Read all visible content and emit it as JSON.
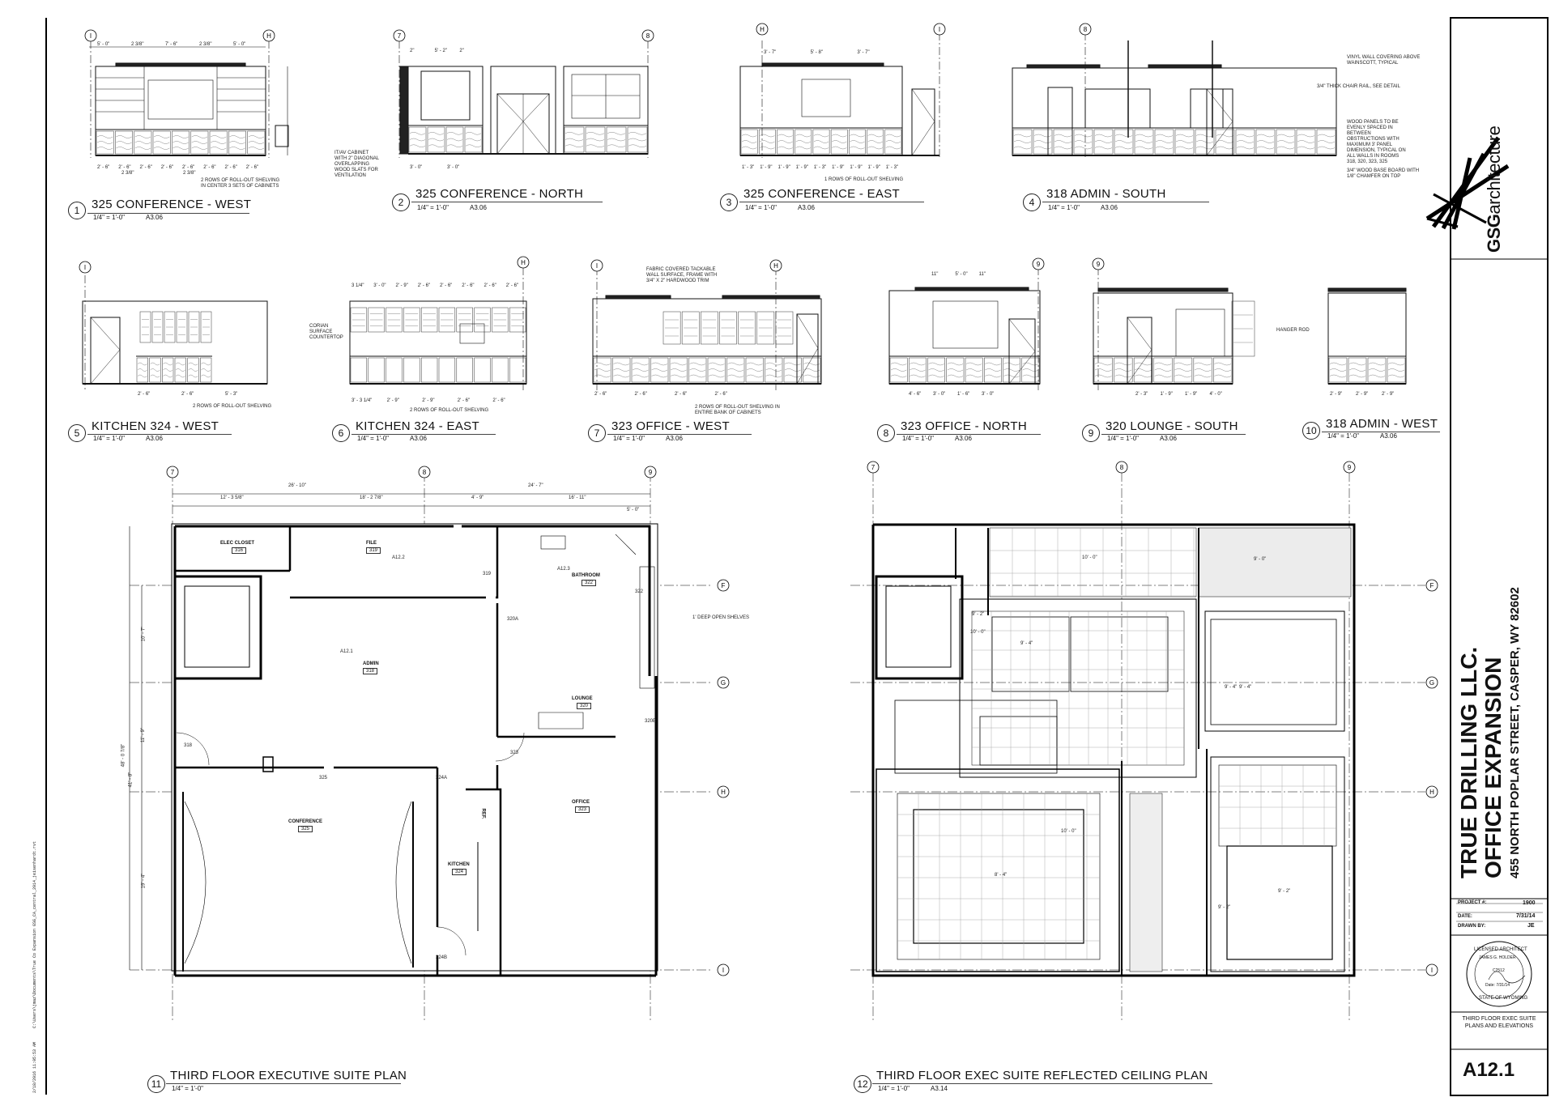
{
  "sheet": {
    "project_name": "TRUE DRILLING LLC.",
    "project_subtitle": "OFFICE EXPANSION",
    "address": "455 NORTH POPLAR STREET, CASPER, WY 82602",
    "firm": "GSGarchitecture",
    "firm_bold": "GSG",
    "firm_light": "architecture",
    "project_no_label": "PROJECT #:",
    "project_no": "1900",
    "date_label": "DATE:",
    "date": "7/31/14",
    "drawn_by_label": "DRAWN BY:",
    "drawn_by": "JE",
    "seal_line1": "LICENSED ARCHITECT",
    "seal_line2": "JAMES G. HOLDER",
    "seal_line3": "C2512",
    "seal_line4": "Date: 7/31/14",
    "seal_line5": "STATE OF WYOMING",
    "sheet_description": "THIRD FLOOR EXEC SUITE PLANS AND ELEVATIONS",
    "sheet_number": "A12.1",
    "file_path": "C:\\Users\\jmaz\\Documents\\True Co Expansion GSG_CA_central_2014_jeisenhardt.rvt",
    "print_stamp": "2/18/2016 11:05:53 AM"
  },
  "views": [
    {
      "num": "1",
      "title": "325 CONFERENCE - WEST",
      "scale": "1/4\" = 1'-0\"",
      "ref": "A3.06"
    },
    {
      "num": "2",
      "title": "325 CONFERENCE - NORTH",
      "scale": "1/4\" = 1'-0\"",
      "ref": "A3.06"
    },
    {
      "num": "3",
      "title": "325 CONFERENCE - EAST",
      "scale": "1/4\" = 1'-0\"",
      "ref": "A3.06"
    },
    {
      "num": "4",
      "title": "318 ADMIN - SOUTH",
      "scale": "1/4\" = 1'-0\"",
      "ref": "A3.06"
    },
    {
      "num": "5",
      "title": "KITCHEN 324 - WEST",
      "scale": "1/4\" = 1'-0\"",
      "ref": "A3.06"
    },
    {
      "num": "6",
      "title": "KITCHEN 324 - EAST",
      "scale": "1/4\" = 1'-0\"",
      "ref": "A3.06"
    },
    {
      "num": "7",
      "title": "323 OFFICE - WEST",
      "scale": "1/4\" = 1'-0\"",
      "ref": "A3.06"
    },
    {
      "num": "8",
      "title": "323 OFFICE - NORTH",
      "scale": "1/4\" = 1'-0\"",
      "ref": "A3.06"
    },
    {
      "num": "9",
      "title": "320 LOUNGE - SOUTH",
      "scale": "1/4\" = 1'-0\"",
      "ref": "A3.06"
    },
    {
      "num": "10",
      "title": "318 ADMIN - WEST",
      "scale": "1/4\" = 1'-0\"",
      "ref": "A3.06"
    },
    {
      "num": "11",
      "title": "THIRD FLOOR EXECUTIVE SUITE PLAN",
      "scale": "1/4\" = 1'-0\"",
      "ref": ""
    },
    {
      "num": "12",
      "title": "THIRD FLOOR EXEC SUITE REFLECTED CEILING PLAN",
      "scale": "1/4\" = 1'-0\"",
      "ref": "A3.14"
    }
  ],
  "notes": {
    "n1": "2 ROWS OF ROLL-OUT SHELVING\nIN CENTER 3 SETS OF CABINETS",
    "n2": "IT/AV CABINET\nWITH 2\" DIAGONAL\nOVERLAPPING\nWOOD SLATS FOR\nVENTILATION",
    "n3": "1 ROWS OF ROLL-OUT SHELVING",
    "n4a": "VINYL WALL COVERING ABOVE\nWAINSCOTT, TYPICAL",
    "n4b": "3/4\" THICK CHAIR RAIL, SEE DETAIL",
    "n4c": "WOOD PANELS TO BE\nEVENLY SPACED IN\nBETWEEN\nOBSTRUCTIONS WITH\nMAXIMUM 3' PANEL\nDIMENSION, TYPICAL ON\nALL WALLS IN ROOMS\n318, 320, 323, 325",
    "n4d": "3/4\" WOOD BASE BOARD WITH\n1/8\" CHAMFER ON TOP",
    "n5": "2 ROWS OF ROLL-OUT SHELVING",
    "n6a": "CORIAN\nSURFACE\nCOUNTERTOP",
    "n6b": "2 ROWS OF ROLL-OUT SHELVING",
    "n7a": "FABRIC COVERED TACKABLE\nWALL SURFACE, FRAME WITH\n3/4\" X 2\" HARDWOOD TRIM",
    "n7b": "2 ROWS OF ROLL-OUT SHELVING IN\nENTIRE BANK OF CABINETS",
    "n9": "HANGER ROD",
    "n11": "1' DEEP OPEN SHELVES"
  },
  "rooms": {
    "elec": {
      "name": "ELEC CLOSET",
      "num": "316"
    },
    "file": {
      "name": "FILE",
      "num": "319"
    },
    "bath": {
      "name": "BATHROOM",
      "num": "322"
    },
    "admin": {
      "name": "ADMIN",
      "num": "318"
    },
    "lounge": {
      "name": "LOUNGE",
      "num": "320"
    },
    "conf": {
      "name": "CONFERENCE",
      "num": "325"
    },
    "kitchen": {
      "name": "KITCHEN",
      "num": "324"
    },
    "office": {
      "name": "OFFICE",
      "num": "323"
    },
    "ref": "REF."
  },
  "door_tags": [
    "319",
    "320A",
    "318",
    "323",
    "324A",
    "324B",
    "325",
    "320B",
    "322"
  ],
  "grids_v": [
    "7",
    "8",
    "9"
  ],
  "grids_h": [
    "F",
    "G",
    "H",
    "I"
  ],
  "elev_grids": {
    "e1": [
      "I",
      "H"
    ],
    "e2": [
      "7",
      "8"
    ],
    "e3": [
      "H",
      "I"
    ],
    "e4": [
      "8"
    ],
    "e5": [
      "I"
    ],
    "e6": [
      "H"
    ],
    "e7": [
      "I",
      "H"
    ],
    "e8": [
      "9"
    ],
    "e9": [
      "9"
    ]
  },
  "plan_dims": {
    "top1": "26' - 10\"",
    "top2": "24' - 7\"",
    "s1": "12' - 3 5/8\"",
    "s2": "18' - 2 7/8\"",
    "s3": "4' - 9\"",
    "s4": "16' - 11\"",
    "s5": "5' - 0\"",
    "left1": "10' - 7\"",
    "left2": "11' - 9\"",
    "left3": "19' - 4\"",
    "left_total": "41' - 8\"",
    "left_total2": "48' - 0 7/8\""
  },
  "elev_dims": {
    "e1_top": [
      "5' - 0\"",
      "2 3/8\"",
      "7' - 6\"",
      "2 3/8\"",
      "5' - 0\""
    ],
    "e1_bot": [
      "2' - 6\"",
      "2' - 6\"",
      "2' - 6\"",
      "2' - 6\"",
      "2' - 6\"",
      "2' - 6\"",
      "2' - 6\"",
      "2' - 6\""
    ],
    "e1_bot2": [
      "2 3/8\"",
      "2 3/8\""
    ],
    "e2_top": [
      "2\"",
      "5' - 2\"",
      "2\""
    ],
    "e2_bot": [
      "3' - 0\"",
      "3' - 0\""
    ],
    "e3_top": [
      "3' - 7\"",
      "5' - 8\"",
      "3' - 7\""
    ],
    "e3_bot": [
      "1' - 3\"",
      "1' - 9\"",
      "1' - 9\"",
      "1' - 9\"",
      "1' - 3\"",
      "1' - 9\"",
      "1' - 9\"",
      "1' - 9\"",
      "1' - 3\""
    ],
    "e5_bot": [
      "2' - 6\"",
      "2' - 6\"",
      "5' - 3\""
    ],
    "e6_top": [
      "3 1/4\"",
      "3' - 0\"",
      "2' - 9\"",
      "2' - 6\"",
      "2' - 6\"",
      "2' - 6\"",
      "2' - 6\"",
      "2' - 6\""
    ],
    "e6_bot": [
      "3' - 3 1/4\"",
      "2' - 9\"",
      "2' - 9\"",
      "2' - 6\"",
      "2' - 6\""
    ],
    "e7_bot": [
      "2' - 6\"",
      "2' - 6\"",
      "2' - 6\"",
      "2' - 6\""
    ],
    "e8_top": [
      "11\"",
      "5' - 0\"",
      "11\""
    ],
    "e8_bot": [
      "4' - 6\"",
      "3' - 0\"",
      "1' - 6\"",
      "3' - 0\""
    ],
    "e9_bot": [
      "2' - 3\"",
      "1' - 9\"",
      "1' - 9\"",
      "4' - 0\""
    ],
    "e10_bot": [
      "2' - 9\"",
      "2' - 9\"",
      "2' - 9\""
    ]
  },
  "rcp_heights": [
    "10' - 0\"",
    "9' - 0\"",
    "9' - 4\"",
    "10' - 0\"",
    "9' - 4\"",
    "9' - 2\"",
    "8' - 4\"",
    "9' - 2\"",
    "9' - 4\"",
    "10' - 0\"",
    "9' - 2\""
  ],
  "section_tags": [
    "A12.1",
    "A12.2",
    "A12.3"
  ]
}
